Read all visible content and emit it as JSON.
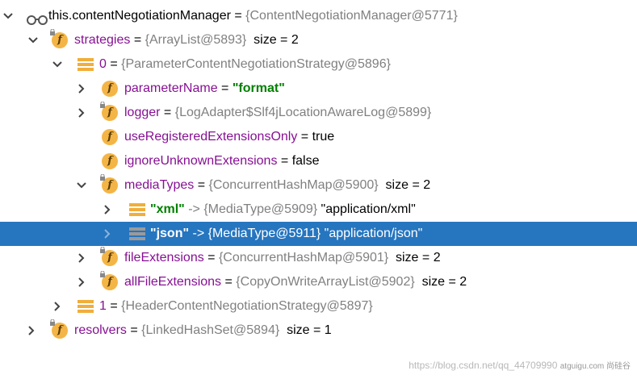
{
  "tree": {
    "root": {
      "name": "this.contentNegotiationManager",
      "eq": " = ",
      "meta": "{ContentNegotiationManager@5771}"
    },
    "strategies": {
      "name": "strategies",
      "eq": " = ",
      "meta": "{ArrayList@5893}",
      "extra": "  size = 2"
    },
    "item0": {
      "name": "0",
      "eq": " = ",
      "meta": "{ParameterContentNegotiationStrategy@5896}"
    },
    "parameterName": {
      "name": "parameterName",
      "eq": " = ",
      "str": "\"format\""
    },
    "logger": {
      "name": "logger",
      "eq": " = ",
      "meta": "{LogAdapter$Slf4jLocationAwareLog@5899}"
    },
    "useRegistered": {
      "name": "useRegisteredExtensionsOnly",
      "eq": " = ",
      "val": "true"
    },
    "ignoreUnknown": {
      "name": "ignoreUnknownExtensions",
      "eq": " = ",
      "val": "false"
    },
    "mediaTypes": {
      "name": "mediaTypes",
      "eq": " = ",
      "meta": "{ConcurrentHashMap@5900}",
      "extra": "  size = 2"
    },
    "xml": {
      "key": "\"xml\"",
      "arrow": " -> ",
      "meta": "{MediaType@5909}",
      "val": " \"application/xml\""
    },
    "json": {
      "key": "\"json\"",
      "arrow": " -> ",
      "meta": "{MediaType@5911}",
      "val": " \"application/json\""
    },
    "fileExtensions": {
      "name": "fileExtensions",
      "eq": " = ",
      "meta": "{ConcurrentHashMap@5901}",
      "extra": "  size = 2"
    },
    "allFileExtensions": {
      "name": "allFileExtensions",
      "eq": " = ",
      "meta": "{CopyOnWriteArrayList@5902}",
      "extra": "  size = 2"
    },
    "item1": {
      "name": "1",
      "eq": " = ",
      "meta": "{HeaderContentNegotiationStrategy@5897}"
    },
    "resolvers": {
      "name": "resolvers",
      "eq": " = ",
      "meta": "{LinkedHashSet@5894}",
      "extra": "  size = 1"
    }
  },
  "watermark": {
    "text": "https://blog.csdn.net/qq_44709990",
    "brand": "atguigu.com 尚硅谷"
  },
  "colors": {
    "selection": "#2675bf",
    "field_name": "#871094",
    "string": "#008000",
    "meta": "#808080",
    "field_icon": "#f4b547"
  },
  "icons": {
    "field": "field-icon",
    "array": "array-element-icon",
    "watch": "watch-glasses-icon",
    "expand": "chevron-right-icon",
    "collapse": "chevron-down-icon"
  }
}
